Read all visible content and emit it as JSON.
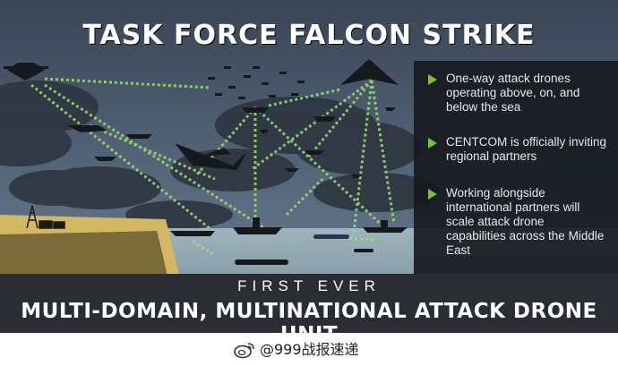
{
  "graphic": {
    "title": "TASK FORCE FALCON STRIKE",
    "bullets": [
      "One-way attack drones operating above, on, and below the sea",
      "CENTCOM is officially inviting regional partners",
      "Working alongside international partners will scale attack drone capabilities across the Middle East"
    ],
    "banner": {
      "sub_heading": "FIRST EVER",
      "main_heading": "MULTI-DOMAIN, MULTINATIONAL ATTACK DRONE UNIT"
    }
  },
  "watermark": "@999战报速递",
  "icons": {
    "bullet": "green-triangle-icon",
    "watermark": "weibo-icon"
  },
  "colors": {
    "accent_green": "#7ac143",
    "link_green": "#9be070",
    "sky": "#4e5e72",
    "sea": "#8aa1ad",
    "land": "#d3b864"
  }
}
